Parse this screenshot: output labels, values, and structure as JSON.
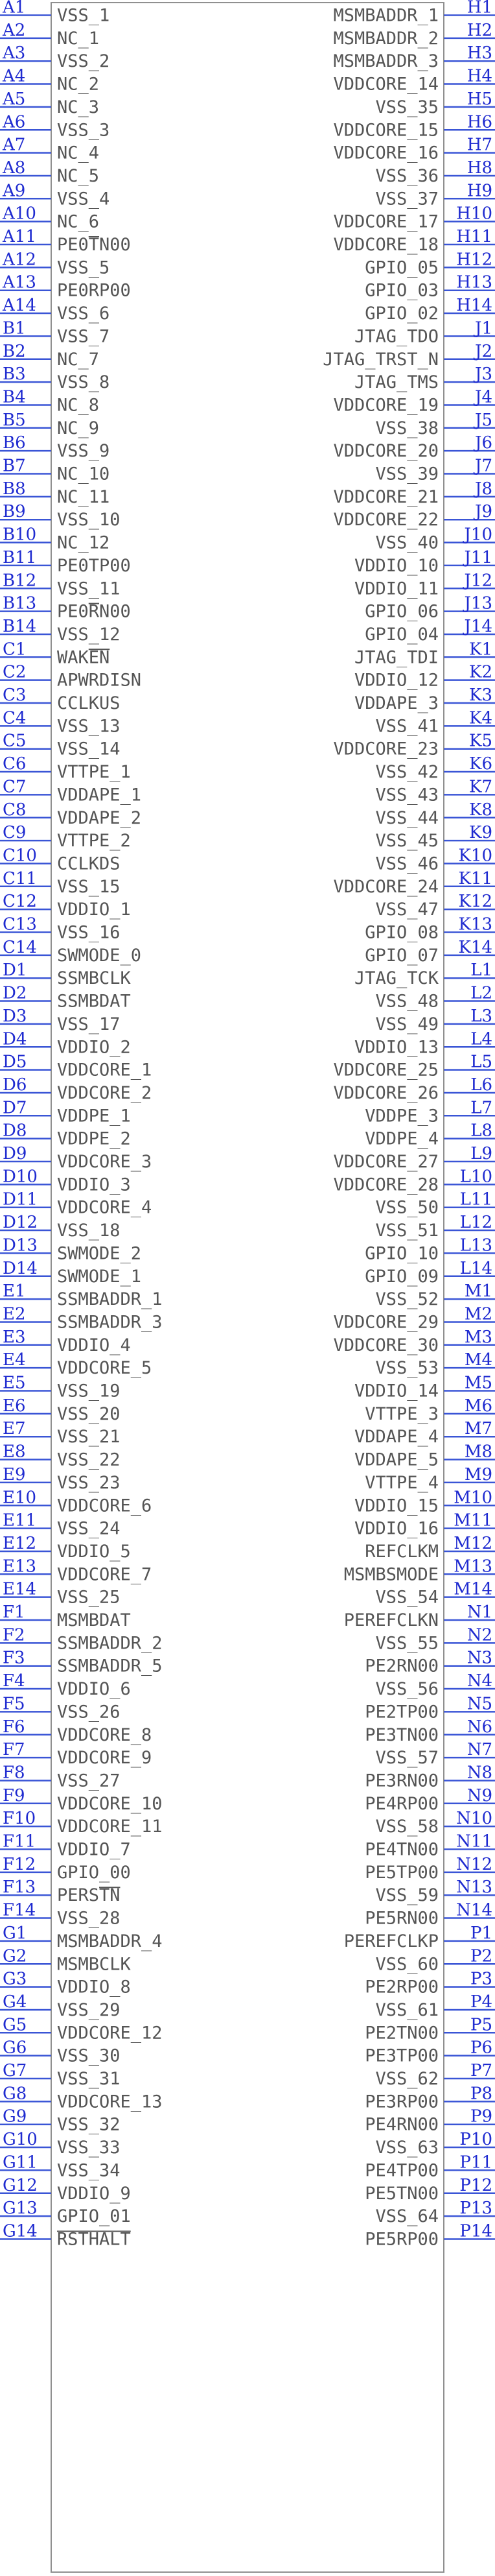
{
  "colors": {
    "pin_number": "#1f2bd0",
    "pin_line": "#3a55d6",
    "pin_name": "#555555",
    "body_outline": "#909090"
  },
  "left_pins": [
    {
      "num": "A1",
      "name": "VSS_1"
    },
    {
      "num": "A2",
      "name": "NC_1"
    },
    {
      "num": "A3",
      "name": "VSS_2"
    },
    {
      "num": "A4",
      "name": "NC_2"
    },
    {
      "num": "A5",
      "name": "NC_3"
    },
    {
      "num": "A6",
      "name": "VSS_3"
    },
    {
      "num": "A7",
      "name": "NC_4"
    },
    {
      "num": "A8",
      "name": "NC_5"
    },
    {
      "num": "A9",
      "name": "VSS_4"
    },
    {
      "num": "A10",
      "name": "NC_6"
    },
    {
      "num": "A11",
      "name": "PE0TN00",
      "overline": [
        3,
        4
      ]
    },
    {
      "num": "A12",
      "name": "VSS_5"
    },
    {
      "num": "A13",
      "name": "PE0RP00"
    },
    {
      "num": "A14",
      "name": "VSS_6"
    },
    {
      "num": "B1",
      "name": "VSS_7"
    },
    {
      "num": "B2",
      "name": "NC_7"
    },
    {
      "num": "B3",
      "name": "VSS_8"
    },
    {
      "num": "B4",
      "name": "NC_8"
    },
    {
      "num": "B5",
      "name": "NC_9"
    },
    {
      "num": "B6",
      "name": "VSS_9"
    },
    {
      "num": "B7",
      "name": "NC_10"
    },
    {
      "num": "B8",
      "name": "NC_11"
    },
    {
      "num": "B9",
      "name": "VSS_10"
    },
    {
      "num": "B10",
      "name": "NC_12"
    },
    {
      "num": "B11",
      "name": "PE0TP00"
    },
    {
      "num": "B12",
      "name": "VSS_11"
    },
    {
      "num": "B13",
      "name": "PE0RN00",
      "overline": [
        3,
        4
      ]
    },
    {
      "num": "B14",
      "name": "VSS_12"
    },
    {
      "num": "C1",
      "name": "WAKEN",
      "overline": [
        3,
        5
      ]
    },
    {
      "num": "C2",
      "name": "APWRDISN"
    },
    {
      "num": "C3",
      "name": "CCLKUS"
    },
    {
      "num": "C4",
      "name": "VSS_13"
    },
    {
      "num": "C5",
      "name": "VSS_14"
    },
    {
      "num": "C6",
      "name": "VTTPE_1"
    },
    {
      "num": "C7",
      "name": "VDDAPE_1"
    },
    {
      "num": "C8",
      "name": "VDDAPE_2"
    },
    {
      "num": "C9",
      "name": "VTTPE_2"
    },
    {
      "num": "C10",
      "name": "CCLKDS"
    },
    {
      "num": "C11",
      "name": "VSS_15"
    },
    {
      "num": "C12",
      "name": "VDDIO_1"
    },
    {
      "num": "C13",
      "name": "VSS_16"
    },
    {
      "num": "C14",
      "name": "SWMODE_0"
    },
    {
      "num": "D1",
      "name": "SSMBCLK"
    },
    {
      "num": "D2",
      "name": "SSMBDAT"
    },
    {
      "num": "D3",
      "name": "VSS_17"
    },
    {
      "num": "D4",
      "name": "VDDIO_2"
    },
    {
      "num": "D5",
      "name": "VDDCORE_1"
    },
    {
      "num": "D6",
      "name": "VDDCORE_2"
    },
    {
      "num": "D7",
      "name": "VDDPE_1"
    },
    {
      "num": "D8",
      "name": "VDDPE_2"
    },
    {
      "num": "D9",
      "name": "VDDCORE_3"
    },
    {
      "num": "D10",
      "name": "VDDIO_3"
    },
    {
      "num": "D11",
      "name": "VDDCORE_4"
    },
    {
      "num": "D12",
      "name": "VSS_18"
    },
    {
      "num": "D13",
      "name": "SWMODE_2"
    },
    {
      "num": "D14",
      "name": "SWMODE_1"
    },
    {
      "num": "E1",
      "name": "SSMBADDR_1"
    },
    {
      "num": "E2",
      "name": "SSMBADDR_3"
    },
    {
      "num": "E3",
      "name": "VDDIO_4"
    },
    {
      "num": "E4",
      "name": "VDDCORE_5"
    },
    {
      "num": "E5",
      "name": "VSS_19"
    },
    {
      "num": "E6",
      "name": "VSS_20"
    },
    {
      "num": "E7",
      "name": "VSS_21"
    },
    {
      "num": "E8",
      "name": "VSS_22"
    },
    {
      "num": "E9",
      "name": "VSS_23"
    },
    {
      "num": "E10",
      "name": "VDDCORE_6"
    },
    {
      "num": "E11",
      "name": "VSS_24"
    },
    {
      "num": "E12",
      "name": "VDDIO_5"
    },
    {
      "num": "E13",
      "name": "VDDCORE_7"
    },
    {
      "num": "E14",
      "name": "VSS_25"
    },
    {
      "num": "F1",
      "name": "MSMBDAT"
    },
    {
      "num": "F2",
      "name": "SSMBADDR_2"
    },
    {
      "num": "F3",
      "name": "SSMBADDR_5"
    },
    {
      "num": "F4",
      "name": "VDDIO_6"
    },
    {
      "num": "F5",
      "name": "VSS_26"
    },
    {
      "num": "F6",
      "name": "VDDCORE_8"
    },
    {
      "num": "F7",
      "name": "VDDCORE_9"
    },
    {
      "num": "F8",
      "name": "VSS_27"
    },
    {
      "num": "F9",
      "name": "VDDCORE_10"
    },
    {
      "num": "F10",
      "name": "VDDCORE_11"
    },
    {
      "num": "F11",
      "name": "VDDIO_7"
    },
    {
      "num": "F12",
      "name": "GPIO_00"
    },
    {
      "num": "F13",
      "name": "PERSTN",
      "overline": [
        4,
        6
      ]
    },
    {
      "num": "F14",
      "name": "VSS_28"
    },
    {
      "num": "G1",
      "name": "MSMBADDR_4"
    },
    {
      "num": "G2",
      "name": "MSMBCLK"
    },
    {
      "num": "G3",
      "name": "VDDIO_8"
    },
    {
      "num": "G4",
      "name": "VSS_29"
    },
    {
      "num": "G5",
      "name": "VDDCORE_12"
    },
    {
      "num": "G6",
      "name": "VSS_30"
    },
    {
      "num": "G7",
      "name": "VSS_31"
    },
    {
      "num": "G8",
      "name": "VDDCORE_13"
    },
    {
      "num": "G9",
      "name": "VSS_32"
    },
    {
      "num": "G10",
      "name": "VSS_33"
    },
    {
      "num": "G11",
      "name": "VSS_34"
    },
    {
      "num": "G12",
      "name": "VDDIO_9"
    },
    {
      "num": "G13",
      "name": "GPIO_01"
    },
    {
      "num": "G14",
      "name": "RSTHALT",
      "overline": [
        0,
        7
      ]
    }
  ],
  "right_pins": [
    {
      "num": "H1",
      "name": "MSMBADDR_1"
    },
    {
      "num": "H2",
      "name": "MSMBADDR_2"
    },
    {
      "num": "H3",
      "name": "MSMBADDR_3"
    },
    {
      "num": "H4",
      "name": "VDDCORE_14"
    },
    {
      "num": "H5",
      "name": "VSS_35"
    },
    {
      "num": "H6",
      "name": "VDDCORE_15"
    },
    {
      "num": "H7",
      "name": "VDDCORE_16"
    },
    {
      "num": "H8",
      "name": "VSS_36"
    },
    {
      "num": "H9",
      "name": "VSS_37"
    },
    {
      "num": "H10",
      "name": "VDDCORE_17"
    },
    {
      "num": "H11",
      "name": "VDDCORE_18"
    },
    {
      "num": "H12",
      "name": "GPIO_05"
    },
    {
      "num": "H13",
      "name": "GPIO_03"
    },
    {
      "num": "H14",
      "name": "GPIO_02"
    },
    {
      "num": "J1",
      "name": "JTAG_TDO"
    },
    {
      "num": "J2",
      "name": "JTAG_TRST_N"
    },
    {
      "num": "J3",
      "name": "JTAG_TMS"
    },
    {
      "num": "J4",
      "name": "VDDCORE_19"
    },
    {
      "num": "J5",
      "name": "VSS_38"
    },
    {
      "num": "J6",
      "name": "VDDCORE_20"
    },
    {
      "num": "J7",
      "name": "VSS_39"
    },
    {
      "num": "J8",
      "name": "VDDCORE_21"
    },
    {
      "num": "J9",
      "name": "VDDCORE_22"
    },
    {
      "num": "J10",
      "name": "VSS_40"
    },
    {
      "num": "J11",
      "name": "VDDIO_10"
    },
    {
      "num": "J12",
      "name": "VDDIO_11"
    },
    {
      "num": "J13",
      "name": "GPIO_06"
    },
    {
      "num": "J14",
      "name": "GPIO_04"
    },
    {
      "num": "K1",
      "name": "JTAG_TDI"
    },
    {
      "num": "K2",
      "name": "VDDIO_12"
    },
    {
      "num": "K3",
      "name": "VDDAPE_3"
    },
    {
      "num": "K4",
      "name": "VSS_41"
    },
    {
      "num": "K5",
      "name": "VDDCORE_23"
    },
    {
      "num": "K6",
      "name": "VSS_42"
    },
    {
      "num": "K7",
      "name": "VSS_43"
    },
    {
      "num": "K8",
      "name": "VSS_44"
    },
    {
      "num": "K9",
      "name": "VSS_45"
    },
    {
      "num": "K10",
      "name": "VSS_46"
    },
    {
      "num": "K11",
      "name": "VDDCORE_24"
    },
    {
      "num": "K12",
      "name": "VSS_47"
    },
    {
      "num": "K13",
      "name": "GPIO_08"
    },
    {
      "num": "K14",
      "name": "GPIO_07"
    },
    {
      "num": "L1",
      "name": "JTAG_TCK"
    },
    {
      "num": "L2",
      "name": "VSS_48"
    },
    {
      "num": "L3",
      "name": "VSS_49"
    },
    {
      "num": "L4",
      "name": "VDDIO_13"
    },
    {
      "num": "L5",
      "name": "VDDCORE_25"
    },
    {
      "num": "L6",
      "name": "VDDCORE_26"
    },
    {
      "num": "L7",
      "name": "VDDPE_3"
    },
    {
      "num": "L8",
      "name": "VDDPE_4"
    },
    {
      "num": "L9",
      "name": "VDDCORE_27"
    },
    {
      "num": "L10",
      "name": "VDDCORE_28"
    },
    {
      "num": "L11",
      "name": "VSS_50"
    },
    {
      "num": "L12",
      "name": "VSS_51"
    },
    {
      "num": "L13",
      "name": "GPIO_10"
    },
    {
      "num": "L14",
      "name": "GPIO_09"
    },
    {
      "num": "M1",
      "name": "VSS_52"
    },
    {
      "num": "M2",
      "name": "VDDCORE_29"
    },
    {
      "num": "M3",
      "name": "VDDCORE_30"
    },
    {
      "num": "M4",
      "name": "VSS_53"
    },
    {
      "num": "M5",
      "name": "VDDIO_14"
    },
    {
      "num": "M6",
      "name": "VTTPE_3"
    },
    {
      "num": "M7",
      "name": "VDDAPE_4"
    },
    {
      "num": "M8",
      "name": "VDDAPE_5"
    },
    {
      "num": "M9",
      "name": "VTTPE_4"
    },
    {
      "num": "M10",
      "name": "VDDIO_15"
    },
    {
      "num": "M11",
      "name": "VDDIO_16"
    },
    {
      "num": "M12",
      "name": "REFCLKM"
    },
    {
      "num": "M13",
      "name": "MSMBSMODE"
    },
    {
      "num": "M14",
      "name": "VSS_54"
    },
    {
      "num": "N1",
      "name": "PEREFCLKN"
    },
    {
      "num": "N2",
      "name": "VSS_55"
    },
    {
      "num": "N3",
      "name": "PE2RN00"
    },
    {
      "num": "N4",
      "name": "VSS_56"
    },
    {
      "num": "N5",
      "name": "PE2TP00"
    },
    {
      "num": "N6",
      "name": "PE3TN00"
    },
    {
      "num": "N7",
      "name": "VSS_57"
    },
    {
      "num": "N8",
      "name": "PE3RN00"
    },
    {
      "num": "N9",
      "name": "PE4RP00"
    },
    {
      "num": "N10",
      "name": "VSS_58"
    },
    {
      "num": "N11",
      "name": "PE4TN00"
    },
    {
      "num": "N12",
      "name": "PE5TP00"
    },
    {
      "num": "N13",
      "name": "VSS_59"
    },
    {
      "num": "N14",
      "name": "PE5RN00"
    },
    {
      "num": "P1",
      "name": "PEREFCLKP"
    },
    {
      "num": "P2",
      "name": "VSS_60"
    },
    {
      "num": "P3",
      "name": "PE2RP00"
    },
    {
      "num": "P4",
      "name": "VSS_61"
    },
    {
      "num": "P5",
      "name": "PE2TN00"
    },
    {
      "num": "P6",
      "name": "PE3TP00"
    },
    {
      "num": "P7",
      "name": "VSS_62"
    },
    {
      "num": "P8",
      "name": "PE3RP00"
    },
    {
      "num": "P9",
      "name": "PE4RN00"
    },
    {
      "num": "P10",
      "name": "VSS_63"
    },
    {
      "num": "P11",
      "name": "PE4TP00"
    },
    {
      "num": "P12",
      "name": "PE5TN00"
    },
    {
      "num": "P13",
      "name": "VSS_64"
    },
    {
      "num": "P14",
      "name": "PE5RP00"
    }
  ]
}
